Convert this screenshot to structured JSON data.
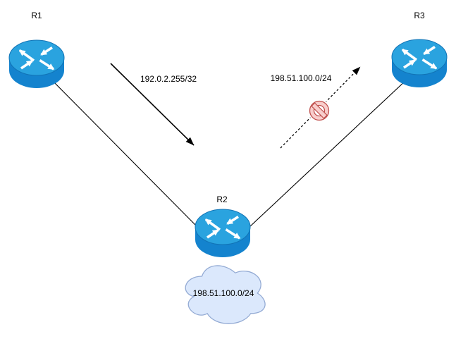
{
  "diagram": {
    "type": "network-topology",
    "routers": [
      {
        "id": "r1",
        "label": "R1"
      },
      {
        "id": "r2",
        "label": "R2"
      },
      {
        "id": "r3",
        "label": "R3"
      }
    ],
    "links": [
      {
        "from": "R1",
        "to": "R2",
        "style": "solid"
      },
      {
        "from": "R2",
        "to": "R3",
        "style": "solid"
      }
    ],
    "routes": [
      {
        "label": "192.0.2.255/32",
        "style": "solid-arrow",
        "points_toward": "R2",
        "blocked": false
      },
      {
        "label": "198.51.100.0/24",
        "style": "dashed-arrow",
        "points_toward": "R3",
        "blocked": true
      }
    ],
    "cloud": {
      "label": "198.51.100.0/24"
    },
    "colors": {
      "router_top": "#2AA3DF",
      "router_side": "#1483CE",
      "router_rim": "#1173B5",
      "cloud_fill": "#DBE8FC",
      "cloud_stroke": "#94ABD4",
      "blocked_fill": "#F8CECC",
      "blocked_stroke": "#C0504D",
      "line": "#000000"
    }
  }
}
